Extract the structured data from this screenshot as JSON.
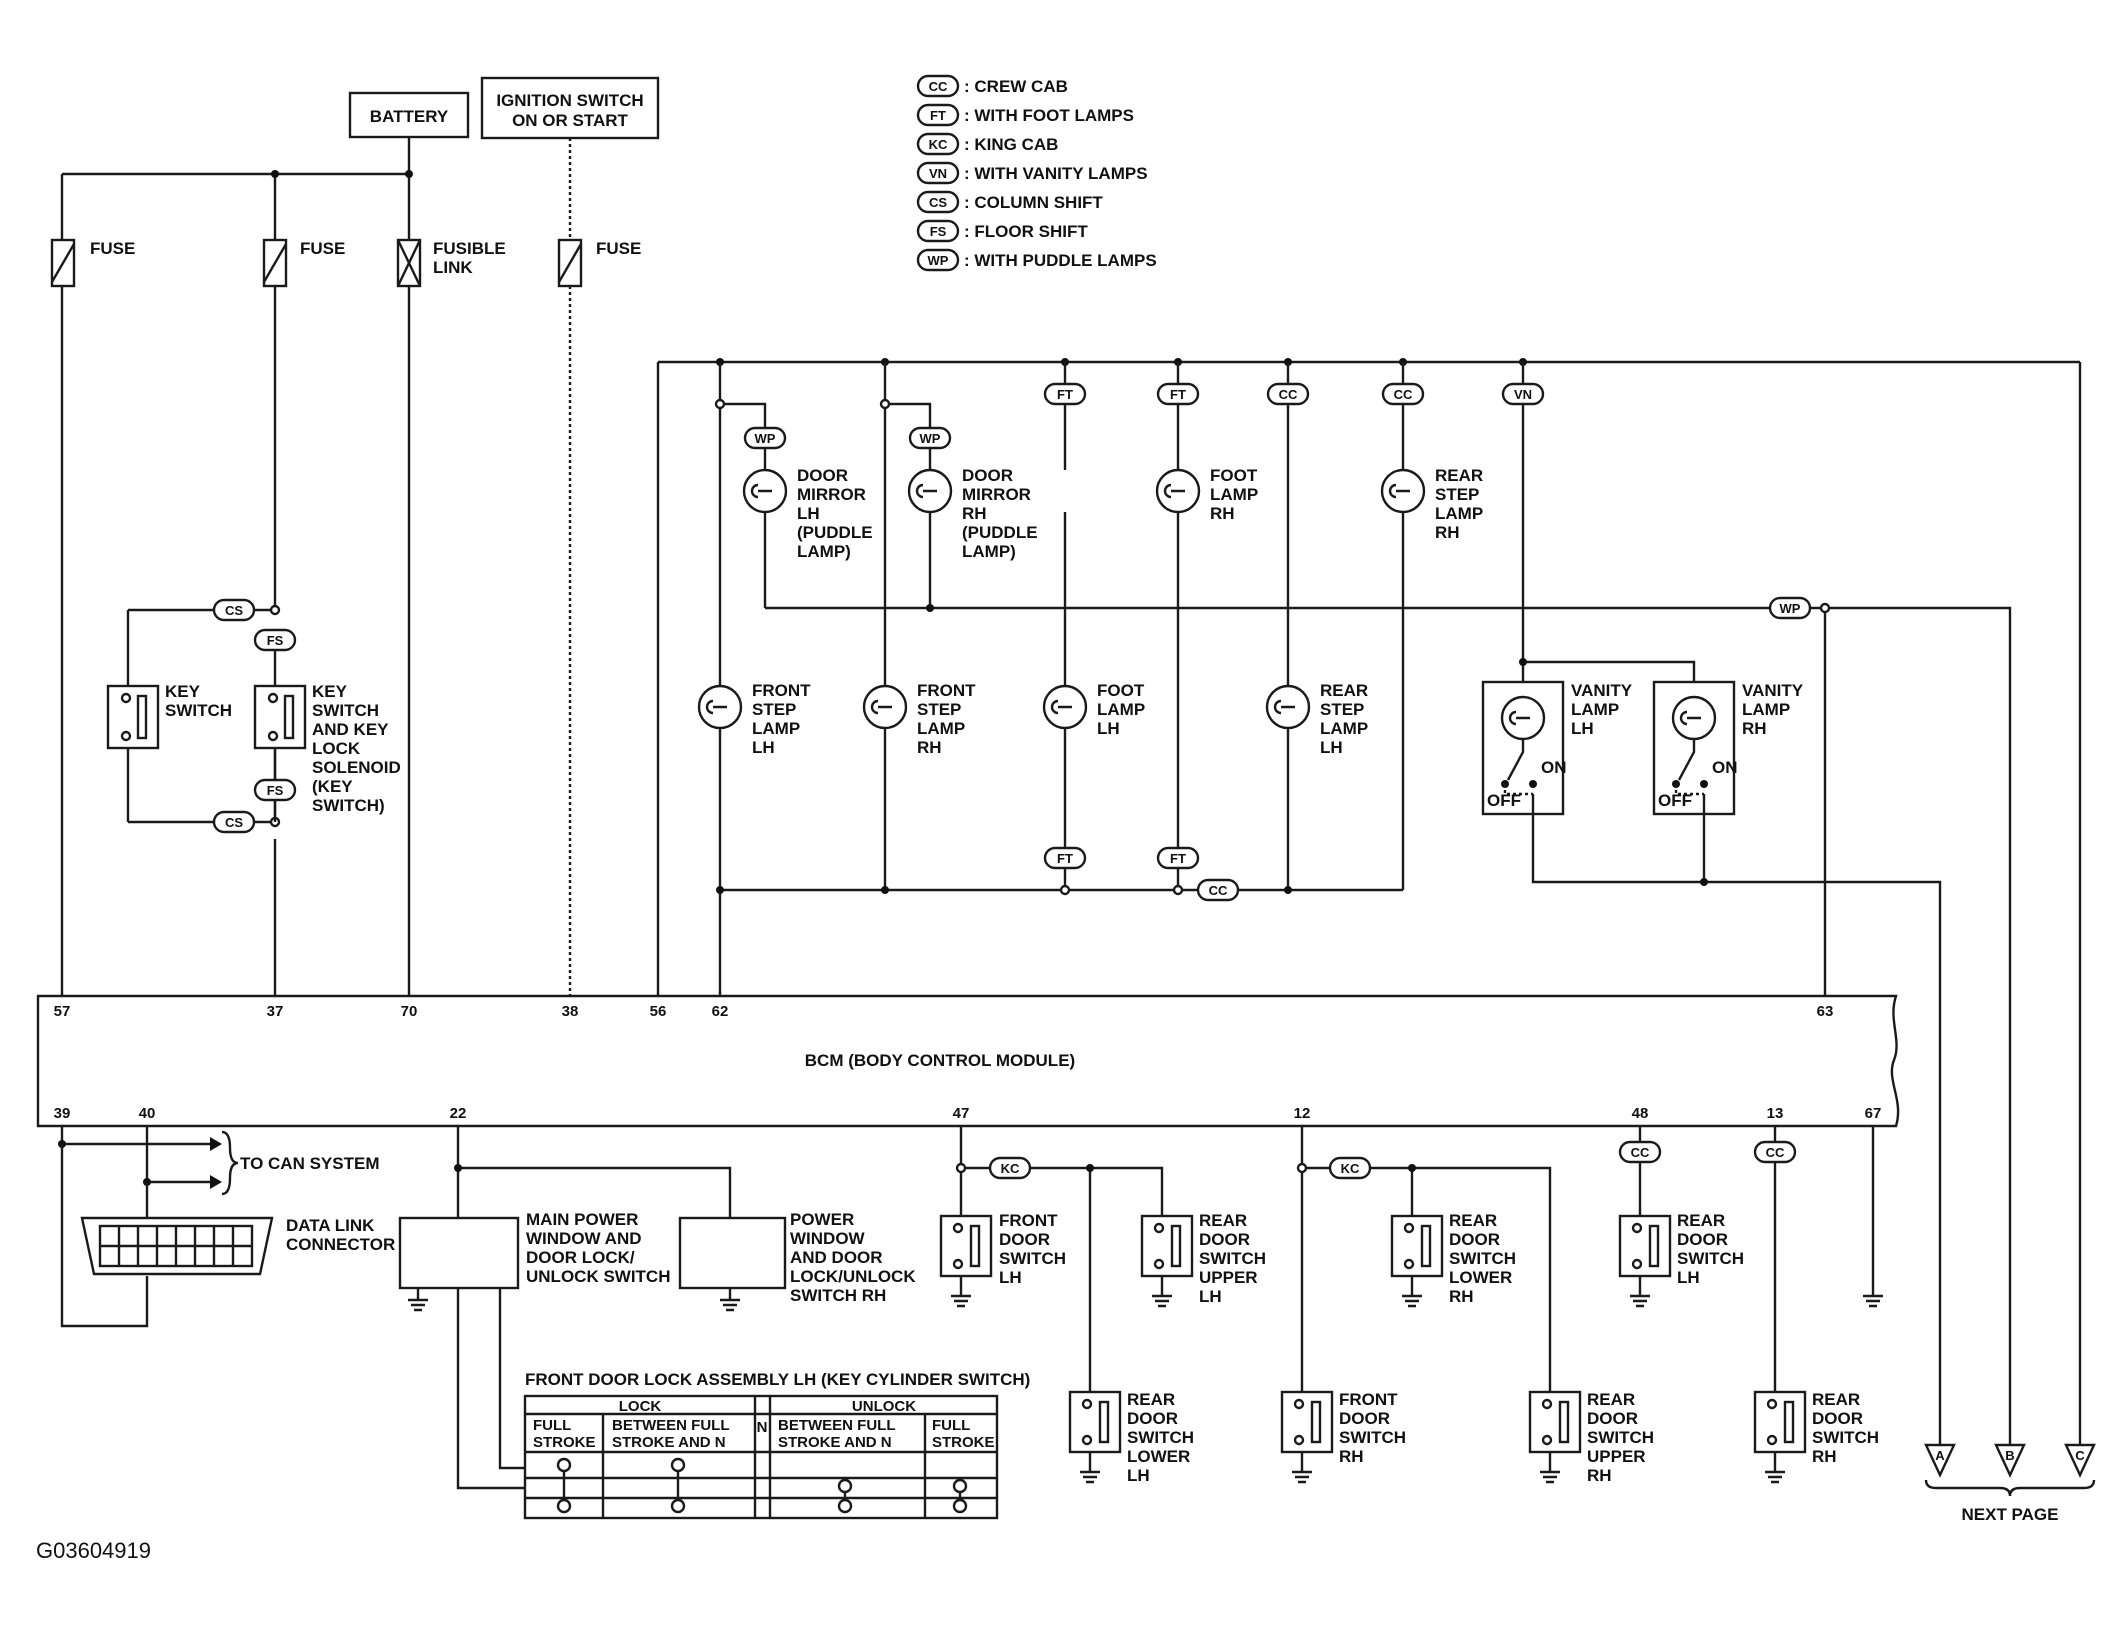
{
  "legend": [
    {
      "code": "CC",
      "text": ": CREW CAB"
    },
    {
      "code": "FT",
      "text": ": WITH FOOT LAMPS"
    },
    {
      "code": "KC",
      "text": ": KING CAB"
    },
    {
      "code": "VN",
      "text": ": WITH VANITY LAMPS"
    },
    {
      "code": "CS",
      "text": ": COLUMN SHIFT"
    },
    {
      "code": "FS",
      "text": ": FLOOR SHIFT"
    },
    {
      "code": "WP",
      "text": ": WITH PUDDLE LAMPS"
    }
  ],
  "power": {
    "battery": "BATTERY",
    "ign1": "IGNITION SWITCH",
    "ign2": "ON OR START",
    "fuse": "FUSE",
    "fusible1": "FUSIBLE",
    "fusible2": "LINK"
  },
  "lamps": {
    "mirror_lh": [
      "DOOR",
      "MIRROR",
      "LH",
      "(PUDDLE",
      "LAMP)"
    ],
    "mirror_rh": [
      "DOOR",
      "MIRROR",
      "RH",
      "(PUDDLE",
      "LAMP)"
    ],
    "foot_rh": [
      "FOOT",
      "LAMP",
      "RH"
    ],
    "rear_step_rh": [
      "REAR",
      "STEP",
      "LAMP",
      "RH"
    ],
    "front_step_lh": [
      "FRONT",
      "STEP",
      "LAMP",
      "LH"
    ],
    "front_step_rh": [
      "FRONT",
      "STEP",
      "LAMP",
      "RH"
    ],
    "foot_lh": [
      "FOOT",
      "LAMP",
      "LH"
    ],
    "rear_step_lh": [
      "REAR",
      "STEP",
      "LAMP",
      "LH"
    ],
    "vanity_lh": [
      "VANITY",
      "LAMP",
      "LH"
    ],
    "vanity_rh": [
      "VANITY",
      "LAMP",
      "RH"
    ],
    "on": "ON",
    "off": "OFF"
  },
  "key": {
    "key_switch": [
      "KEY",
      "SWITCH"
    ],
    "key_solenoid": [
      "KEY",
      "SWITCH",
      "AND KEY",
      "LOCK",
      "SOLENOID",
      "(KEY",
      "SWITCH)"
    ]
  },
  "bcm": {
    "label": "BCM (BODY CONTROL MODULE)",
    "top_pins": [
      "57",
      "37",
      "70",
      "38",
      "56",
      "62",
      "63"
    ],
    "bottom_pins": [
      "39",
      "40",
      "22",
      "47",
      "12",
      "48",
      "13",
      "67"
    ]
  },
  "can": {
    "label": "TO CAN SYSTEM"
  },
  "dlc": {
    "label": [
      "DATA LINK",
      "CONNECTOR"
    ]
  },
  "windows": {
    "main": [
      "MAIN POWER",
      "WINDOW AND",
      "DOOR LOCK/",
      "UNLOCK SWITCH"
    ],
    "rh": [
      "POWER",
      "WINDOW",
      "AND DOOR",
      "LOCK/UNLOCK",
      "SWITCH RH"
    ]
  },
  "door_switches": {
    "front_lh": [
      "FRONT",
      "DOOR",
      "SWITCH",
      "LH"
    ],
    "rear_upper_lh": [
      "REAR",
      "DOOR",
      "SWITCH",
      "UPPER",
      "LH"
    ],
    "rear_lower_lh": [
      "REAR",
      "DOOR",
      "SWITCH",
      "LOWER",
      "LH"
    ],
    "front_rh": [
      "FRONT",
      "DOOR",
      "SWITCH",
      "RH"
    ],
    "rear_lower_rh": [
      "REAR",
      "DOOR",
      "SWITCH",
      "LOWER",
      "RH"
    ],
    "rear_upper_rh": [
      "REAR",
      "DOOR",
      "SWITCH",
      "UPPER",
      "RH"
    ],
    "rear_lh_cc": [
      "REAR",
      "DOOR",
      "SWITCH",
      "LH"
    ],
    "rear_rh_cc": [
      "REAR",
      "DOOR",
      "SWITCH",
      "RH"
    ]
  },
  "lock_table": {
    "title": "FRONT DOOR LOCK ASSEMBLY LH (KEY CYLINDER SWITCH)",
    "lock": "LOCK",
    "unlock": "UNLOCK",
    "n": "N",
    "cols": [
      [
        "FULL",
        "STROKE"
      ],
      [
        "BETWEEN FULL",
        "STROKE AND N"
      ],
      [
        "BETWEEN FULL",
        "STROKE AND N"
      ],
      [
        "FULL",
        "STROKE"
      ]
    ]
  },
  "next_page": {
    "letters": [
      "A",
      "B",
      "C"
    ],
    "label": "NEXT PAGE"
  },
  "figure_id": "G03604919"
}
